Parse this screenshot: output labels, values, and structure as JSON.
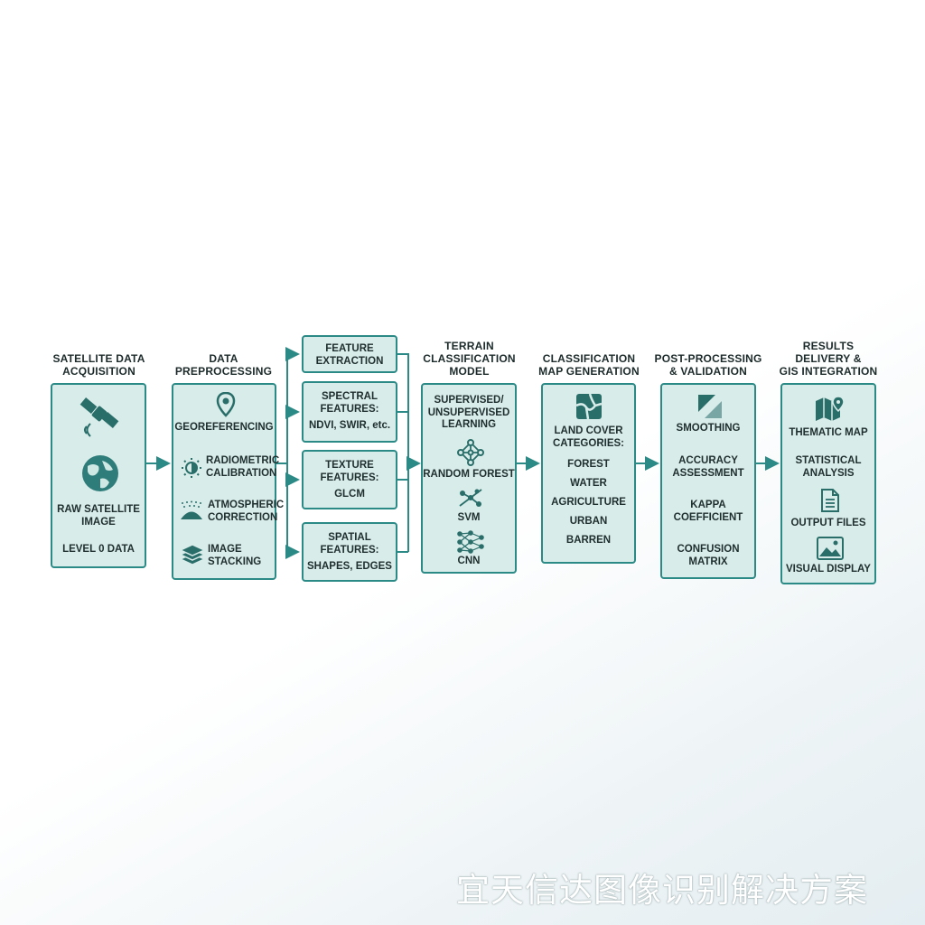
{
  "colors": {
    "box_fill": "#d8ecea",
    "box_border": "#2b8a86",
    "icon": "#2a6e6a",
    "text": "#1f2e2e"
  },
  "stages": {
    "acquisition": {
      "title_1": "SATELLITE DATA",
      "title_2": "ACQUISITION",
      "item_1_1": "RAW SATELLITE",
      "item_1_2": "IMAGE",
      "item_2": "LEVEL 0 DATA",
      "icons": [
        "satellite-icon",
        "globe-icon"
      ]
    },
    "preprocessing": {
      "title_1": "DATA",
      "title_2": "PREPROCESSING",
      "item_1": "GEOREFERENCING",
      "item_2_1": "RADIOMETRIC",
      "item_2_2": "CALIBRATION",
      "item_3_1": "ATMOSPHERIC",
      "item_3_2": "CORRECTION",
      "item_4_1": "IMAGE",
      "item_4_2": "STACKING",
      "icons": [
        "location-pin-icon",
        "sun-half-icon",
        "atmosphere-icon",
        "layers-icon"
      ]
    },
    "features": {
      "title_1": "FEATURE",
      "title_2": "EXTRACTION",
      "spectral_1": "SPECTRAL",
      "spectral_2": "FEATURES:",
      "spectral_3": "NDVI, SWIR, etc.",
      "texture_1": "TEXTURE",
      "texture_2": "FEATURES:",
      "texture_3": "GLCM",
      "spatial_1": "SPATIAL",
      "spatial_2": "FEATURES:",
      "spatial_3": "SHAPES, EDGES"
    },
    "model": {
      "title_1": "TERRAIN",
      "title_2": "CLASSIFICATION",
      "title_3": "MODEL",
      "item_1_1": "SUPERVISED/",
      "item_1_2": "UNSUPERVISED",
      "item_1_3": "LEARNING",
      "item_2": "RANDOM FOREST",
      "item_3": "SVM",
      "item_4": "CNN",
      "icons": [
        "network-icon",
        "svm-icon",
        "neural-net-icon"
      ]
    },
    "mapgen": {
      "title_1": "CLASSIFICATION",
      "title_2": "MAP GENERATION",
      "item_1_1": "LAND COVER",
      "item_1_2": "CATEGORIES:",
      "cats": [
        "FOREST",
        "WATER",
        "AGRICULTURE",
        "URBAN",
        "BARREN"
      ],
      "icons": [
        "land-map-icon"
      ]
    },
    "post": {
      "title_1": "POST-PROCESSING",
      "title_2": "& VALIDATION",
      "item_1": "SMOOTHING",
      "item_2_1": "ACCURACY",
      "item_2_2": "ASSESSMENT",
      "item_3_1": "KAPPA",
      "item_3_2": "COEFFICIENT",
      "item_4_1": "CONFUSION",
      "item_4_2": "MATRIX",
      "icons": [
        "smoothing-icon"
      ]
    },
    "results": {
      "title_1": "RESULTS",
      "title_2": "DELIVERY &",
      "title_3": "GIS INTEGRATION",
      "item_1": "THEMATIC MAP",
      "item_2_1": "STATISTICAL",
      "item_2_2": "ANALYSIS",
      "item_3": "OUTPUT FILES",
      "item_4": "VISUAL DISPLAY",
      "icons": [
        "map-pin-icon",
        "file-icon",
        "image-icon"
      ]
    }
  },
  "watermark": "宜天信达图像识别解决方案"
}
